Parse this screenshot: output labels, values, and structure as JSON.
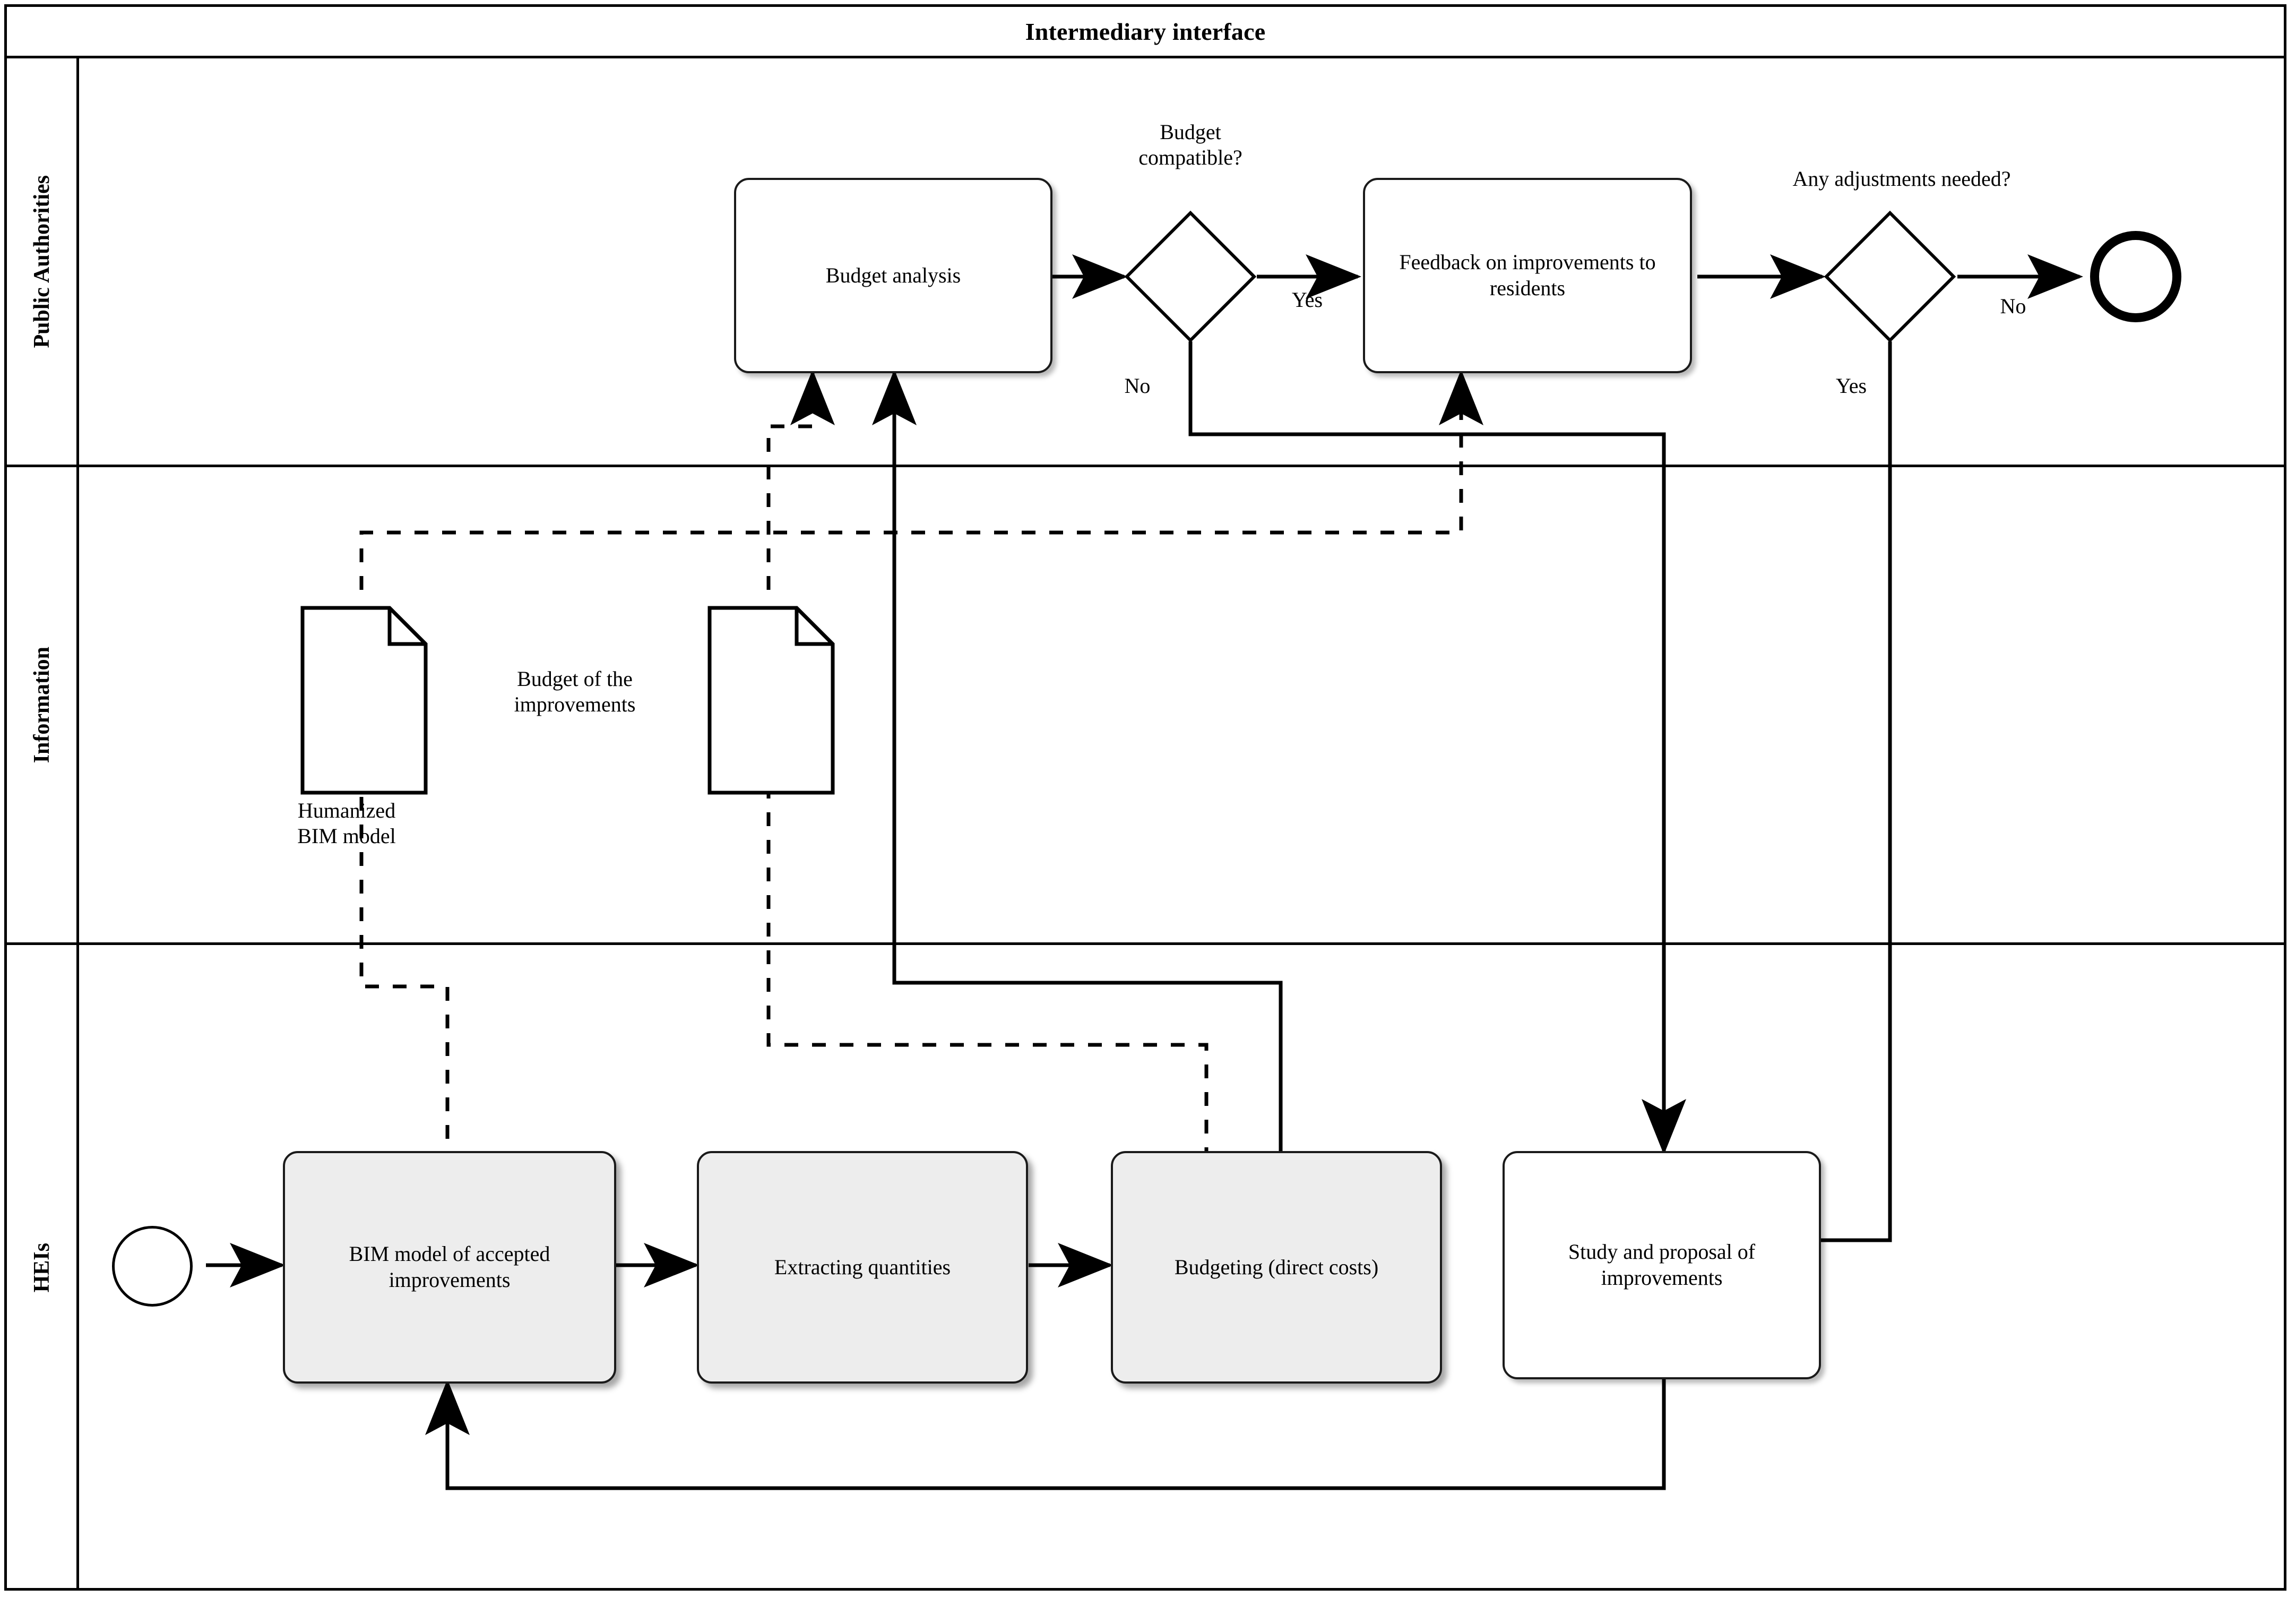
{
  "diagram": {
    "type": "bpmn-swimlane-flowchart",
    "pool_title": "Intermediary interface",
    "lanes": [
      {
        "id": "public-authorities",
        "label": "Public Authorities"
      },
      {
        "id": "information",
        "label": "Information"
      },
      {
        "id": "heis",
        "label": "HEIs"
      }
    ],
    "colors": {
      "stroke": "#000000",
      "task_fill_gray": "#ededed",
      "task_fill_white": "#ffffff",
      "background": "#ffffff"
    },
    "nodes": {
      "budget_analysis": "Budget analysis",
      "budget_compatible": "Budget\ncompatible?",
      "feedback_residents": "Feedback on\nimprovements to\nresidents",
      "any_adjustments": "Any adjustments needed?",
      "end_event": "",
      "doc_humanized_bim": "Humanized\nBIM model",
      "doc_budget_improvements": "Budget of the\nimprovements",
      "start_event": "",
      "bim_model": "BIM model of\naccepted\nimprovements",
      "extracting_quantities": "Extracting\nquantities",
      "budgeting": "Budgeting (direct\ncosts)",
      "study_proposal": "Study and\nproposal of\nimprovements"
    },
    "edge_labels": {
      "budget_yes": "Yes",
      "budget_no": "No",
      "adjust_no": "No",
      "adjust_yes": "Yes"
    }
  }
}
